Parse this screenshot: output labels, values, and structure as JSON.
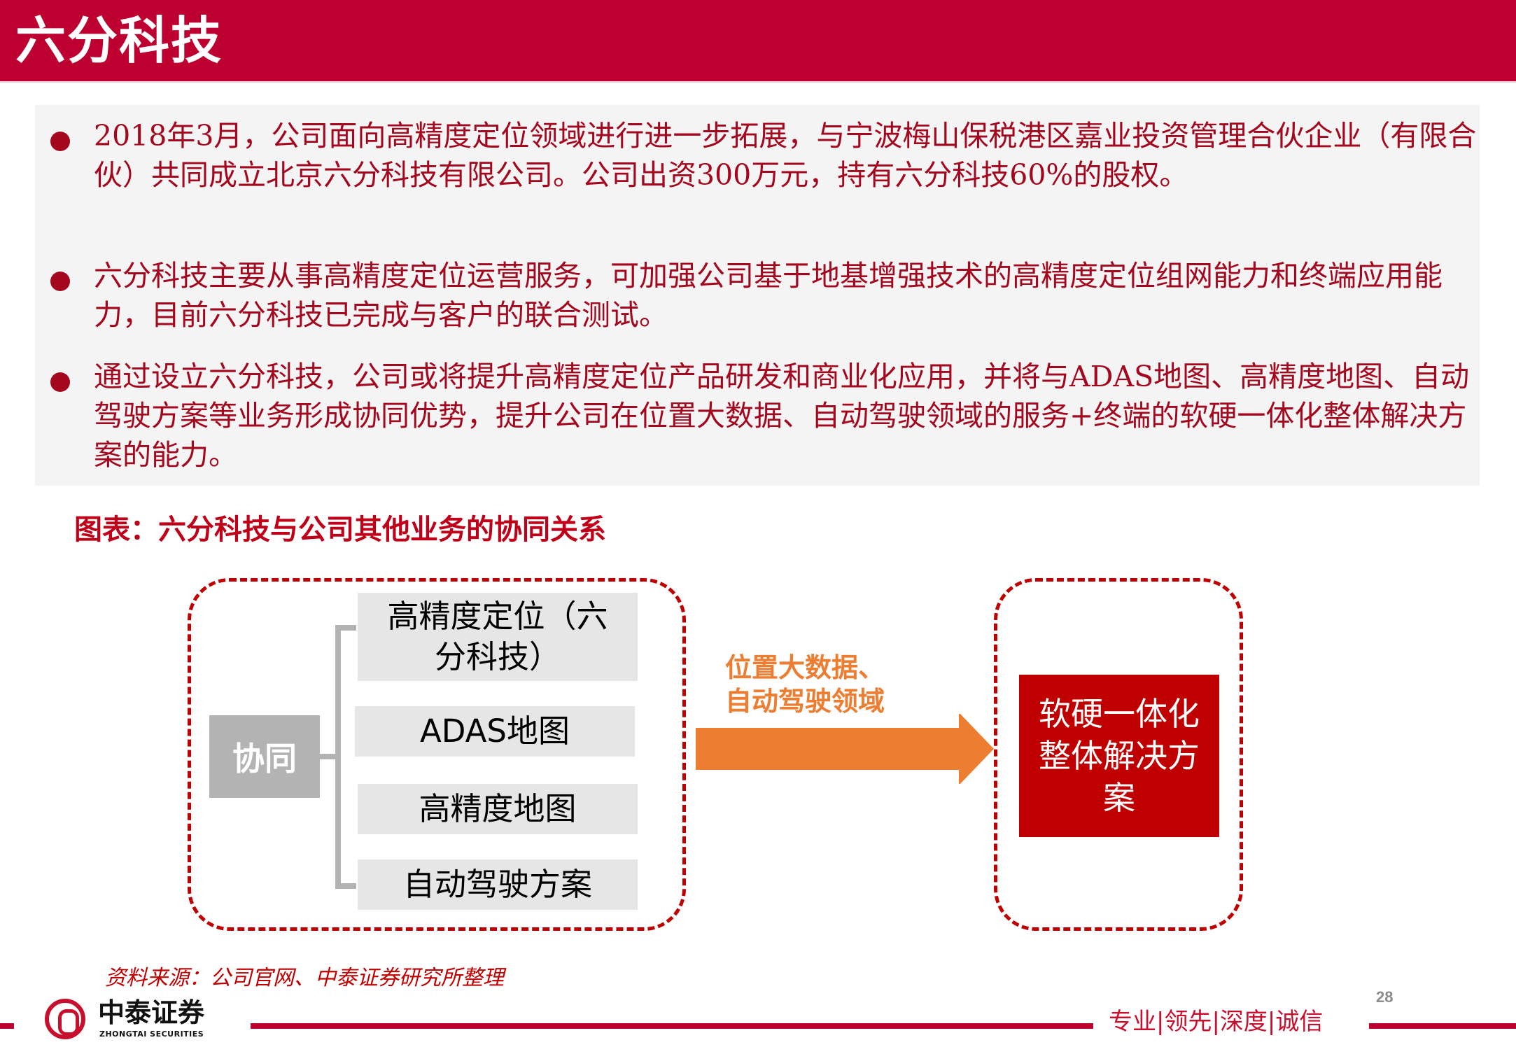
{
  "header": {
    "title": "六分科技",
    "color": "#bd0030"
  },
  "bullets": [
    {
      "text": "2018年3月，公司面向高精度定位领域进行进一步拓展，与宁波梅山保税港区嘉业投资管理合伙企业（有限合伙）共同成立北京六分科技有限公司。公司出资300万元，持有六分科技60%的股权。"
    },
    {
      "text": "六分科技主要从事高精度定位运营服务，可加强公司基于地基增强技术的高精度定位组网能力和终端应用能力，目前六分科技已完成与客户的联合测试。"
    },
    {
      "text": "通过设立六分科技，公司或将提升高精度定位产品研发和商业化应用，并将与ADAS地图、高精度地图、自动驾驶方案等业务形成协同优势，提升公司在位置大数据、自动驾驶领域的服务+终端的软硬一体化整体解决方案的能力。"
    }
  ],
  "figure": {
    "caption": "图表：六分科技与公司其他业务的协同关系",
    "hub_label": "协同",
    "items": [
      {
        "label": "高精度定位（六分科技）"
      },
      {
        "label": "ADAS地图"
      },
      {
        "label": "高精度地图"
      },
      {
        "label": "自动驾驶方案"
      }
    ],
    "arrow_label_line1": "位置大数据、",
    "arrow_label_line2": "自动驾驶领域",
    "result_label": "软硬一体化整体解决方案",
    "colors": {
      "dashed_border": "#c00000",
      "hub_fill": "#b3b3b3",
      "item_fill": "#e6e6e6",
      "arrow_fill": "#ed7d31",
      "result_fill": "#c00000"
    }
  },
  "source": "资料来源：公司官网、中泰证券研究所整理",
  "footer": {
    "logo_cn": "中泰证券",
    "logo_en": "ZHONGTAI SECURITIES",
    "slogan": "专业|领先|深度|诚信",
    "page_number": "28"
  }
}
